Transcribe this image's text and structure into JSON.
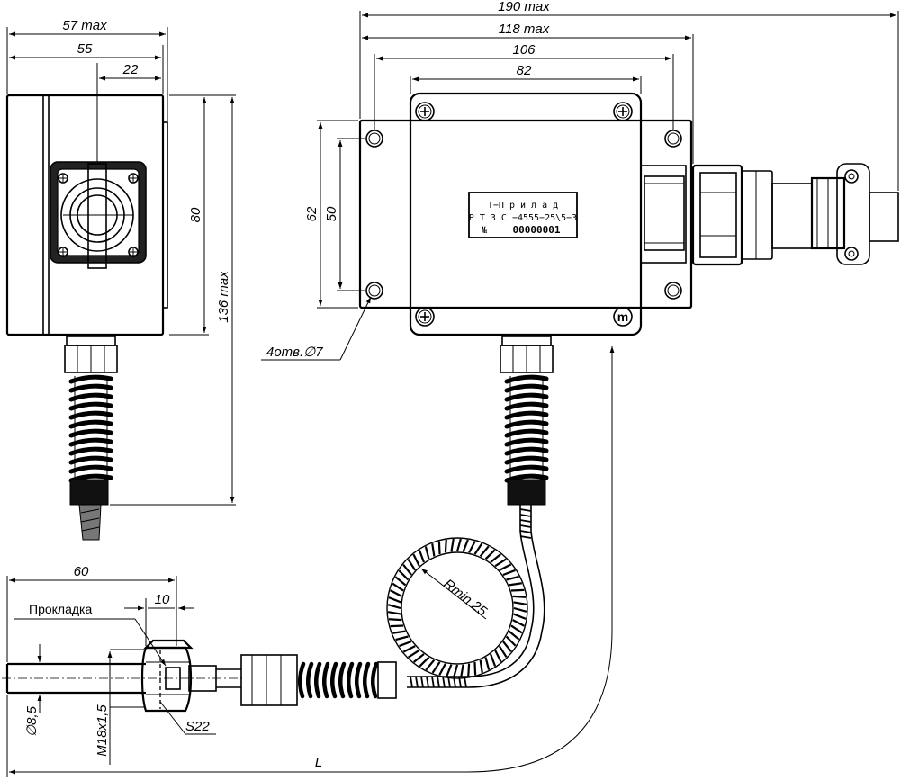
{
  "dimensions": {
    "d_190max": "190 max",
    "d_118max": "118 max",
    "d_106": "106",
    "d_82": "82",
    "d_57max": "57 max",
    "d_55": "55",
    "d_22": "22",
    "d_80": "80",
    "d_136max": "136 max",
    "d_62": "62",
    "d_50": "50",
    "d_holes": "4отв.∅7",
    "d_60": "60",
    "d_10": "10",
    "d_rmin": "Rmin 25",
    "d_dia85": "∅8,5",
    "d_m18": "M18x1,5",
    "d_s22": "S22",
    "d_L": "L"
  },
  "labels": {
    "gasket": "Прокладка"
  },
  "nameplate": {
    "maker": "Т−П р и л а д",
    "model": "Р Т З С −4555−25\\5−3",
    "number_sign": "№",
    "serial": "00000001"
  },
  "marks": {
    "ground": "m"
  }
}
